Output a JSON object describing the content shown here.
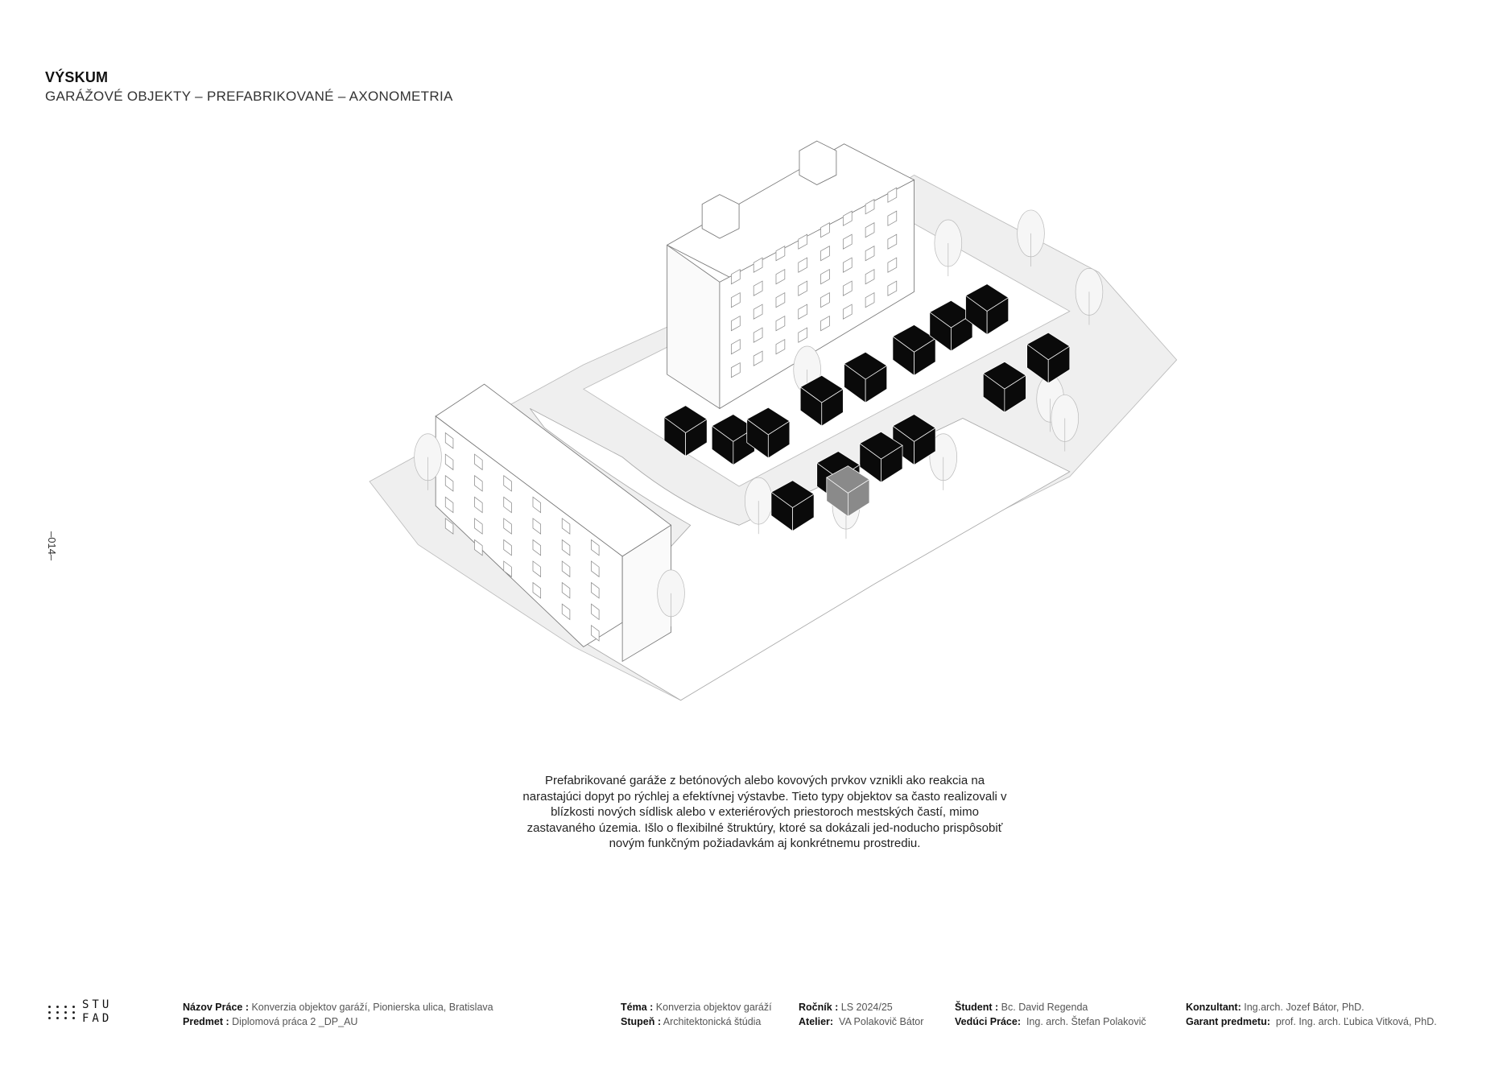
{
  "header": {
    "title": "VÝSKUM",
    "subtitle": "GARÁŽOVÉ OBJEKTY – PREFABRIKOVANÉ – AXONOMETRIA"
  },
  "page_number": "–014–",
  "description": "Prefabrikované garáže z betónových alebo kovových prvkov vznikli ako reakcia na narastajúci dopyt po rýchlej a efektívnej výstavbe. Tieto typy objektov sa často realizovali v blízkosti nových sídlisk alebo v exteriérových priestoroch mestských častí, mimo zastavaného územia. Išlo o flexibilné štruktúry, ktoré sa dokázali jed-noducho prispôsobiť novým funkčným požiadavkám aj konkrétnemu prostrediu.",
  "logo": {
    "line1": "STU",
    "line2": "FAD"
  },
  "footer": {
    "nazov_label": "Názov Práce :",
    "nazov_value": "Konverzia objektov garáží, Pionierska ulica, Bratislava",
    "predmet_label": "Predmet :",
    "predmet_value": "Diplomová práca 2 _DP_AU",
    "tema_label": "Téma :",
    "tema_value": "Konverzia objektov garáží",
    "stupen_label": "Stupeň :",
    "stupen_value": "Architektonická štúdia",
    "rocnik_label": "Ročník :",
    "rocnik_value": "LS 2024/25",
    "atelier_label": "Atelier:",
    "atelier_value": "VA Polakovič Bátor",
    "student_label": "Študent :",
    "student_value": "Bc. David Regenda",
    "veduci_label": "Vedúci Práce:",
    "veduci_value": "Ing. arch. Štefan Polakovič",
    "konzultant_label": "Konzultant:",
    "konzultant_value": "Ing.arch. Jozef Bátor, PhD.",
    "garant_label": "Garant predmetu:",
    "garant_value": "prof. Ing. arch. Ľubica Vitková, PhD."
  },
  "colors": {
    "garage": "#0a0a0a",
    "highlight_garage": "#8a8a8a",
    "ground": "#efefef"
  }
}
